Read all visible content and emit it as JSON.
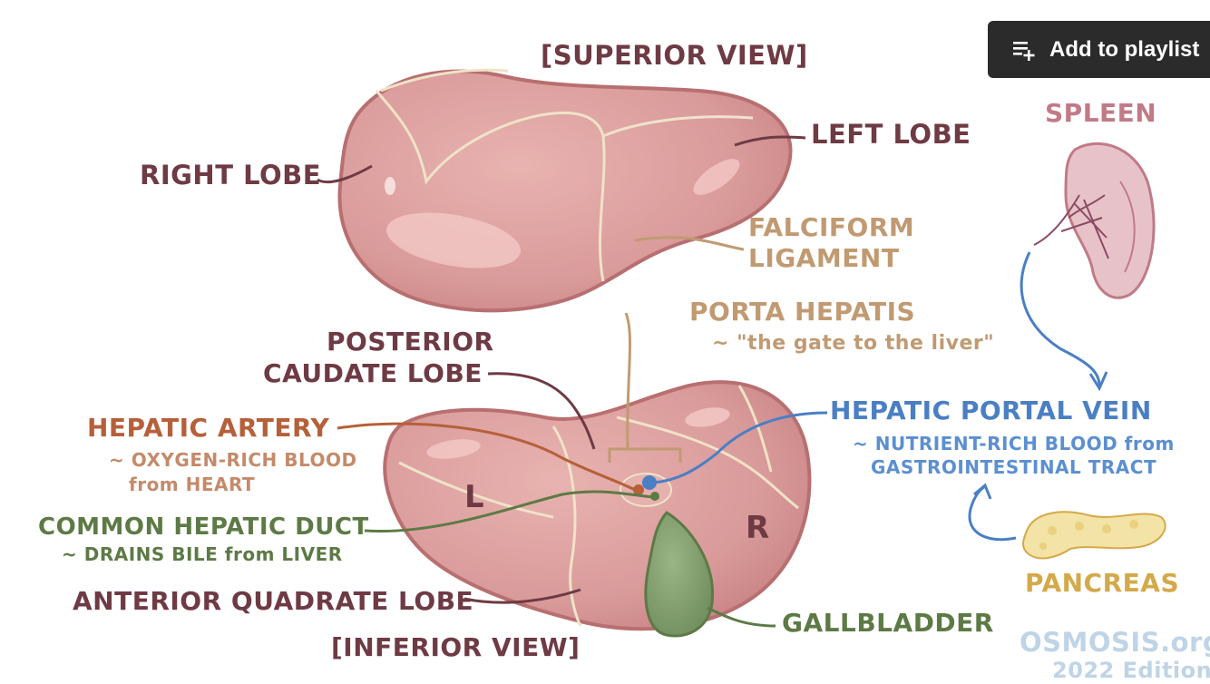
{
  "button": {
    "add_to_playlist": "Add to playlist",
    "icon": "playlist-add-icon"
  },
  "views": {
    "superior": "[SUPERIOR VIEW]",
    "inferior": "[INFERIOR VIEW]"
  },
  "superior_labels": {
    "right_lobe": "RIGHT LOBE",
    "left_lobe": "LEFT LOBE",
    "falciform_1": "FALCIFORM",
    "falciform_2": "LIGAMENT"
  },
  "porta": {
    "title": "PORTA HEPATIS",
    "subtitle": "~ \"the gate to the liver\""
  },
  "inferior_labels": {
    "posterior": "POSTERIOR",
    "caudate": "CAUDATE LOBE",
    "hepatic_artery": "HEPATIC  ARTERY",
    "hepatic_artery_sub1": "~ OXYGEN-RICH BLOOD",
    "hepatic_artery_sub2": "from HEART",
    "common_duct": "COMMON HEPATIC DUCT",
    "common_duct_sub": "~ DRAINS BILE from LIVER",
    "anterior": "ANTERIOR QUADRATE LOBE",
    "gallbladder": "GALLBLADDER",
    "L": "L",
    "R": "R"
  },
  "portal": {
    "title": "HEPATIC PORTAL VEIN",
    "sub1": "~ NUTRIENT-RICH BLOOD from",
    "sub2": "GASTROINTESTINAL TRACT"
  },
  "organs": {
    "spleen": "SPLEEN",
    "pancreas": "PANCREAS"
  },
  "watermark": {
    "brand": "OSMOSIS.org",
    "edition": "2022 Edition"
  },
  "colors": {
    "liver": "#d99a9a",
    "liver_dark": "#b86f70",
    "label_maroon": "#6e3a44",
    "label_tan": "#c19a72",
    "artery": "#b5603a",
    "duct": "#5d7a45",
    "vein": "#4a7fc4",
    "spleen": "#c17a86",
    "pancreas": "#d4a94a",
    "gallbladder": "#7c9968"
  }
}
